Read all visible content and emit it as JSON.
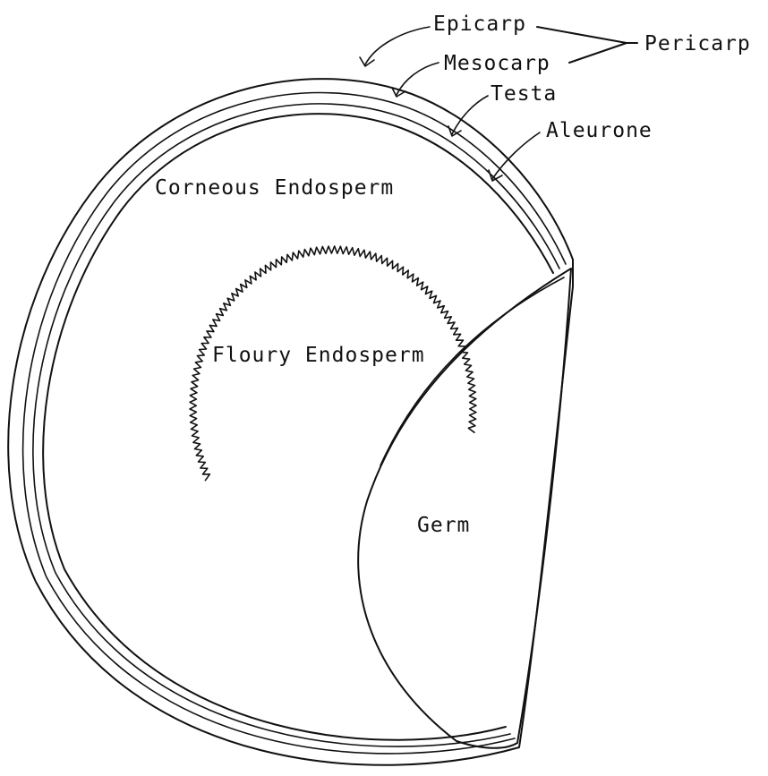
{
  "diagram": {
    "labels": {
      "epicarp": "Epicarp",
      "mesocarp": "Mesocarp",
      "testa": "Testa",
      "aleurone": "Aleurone",
      "pericarp": "Pericarp",
      "corneous_endosperm": "Corneous Endosperm",
      "floury_endosperm": "Floury Endosperm",
      "germ": "Germ"
    },
    "colors": {
      "line": "#111111",
      "background": "#ffffff"
    }
  }
}
